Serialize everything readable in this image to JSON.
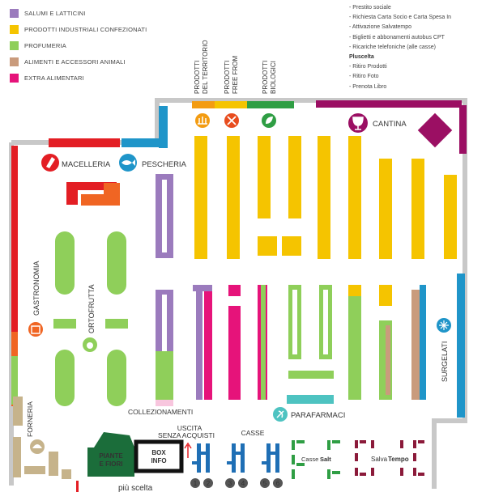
{
  "legend": [
    {
      "label": "SALUMI E LATTICINI",
      "color": "#9b7bbd"
    },
    {
      "label": "PRODOTTI INDUSTRIALI CONFEZIONATI",
      "color": "#f5c400"
    },
    {
      "label": "PROFUMERIA",
      "color": "#8fcf5a"
    },
    {
      "label": "ALIMENTI E ACCESSORI ANIMALI",
      "color": "#c99b7c"
    },
    {
      "label": "EXTRA ALIMENTARI",
      "color": "#e6137a"
    }
  ],
  "services": [
    "- Prestito sociale",
    "- Richiesta Carta Socio e Carta Spesa In",
    "- Attivazione Salvatempo",
    "- Biglietti e abbonamenti autobus CPT",
    "- Ricariche telefoniche (alle casse)"
  ],
  "pluscelta": {
    "header": "Pluscelta",
    "items": [
      "- Ritiro Prodotti",
      "- Ritiro Foto",
      "- Prenota Libro"
    ]
  },
  "map": {
    "top_sections": [
      {
        "line1": "PRODOTTI",
        "line2": "DEL TERRITORIO",
        "color": "#f39c12"
      },
      {
        "line1": "PRODOTTI",
        "line2": "FREE FROM",
        "color": "#f5c400"
      },
      {
        "line1": "PRODOTTI",
        "line2": "BIOLOGICI",
        "color": "#2f9e44"
      }
    ],
    "labels": {
      "macelleria": "MACELLERIA",
      "pescheria": "PESCHERIA",
      "cantina": "CANTINA",
      "gastronomia": "GASTRONOMIA",
      "ortofrutta": "ORTOFRUTTA",
      "collezionamenti": "COLLEZIONAMENTI",
      "parafarmaci": "PARAFARMACI",
      "surgelati": "SURGELATI",
      "forneria": "FORNERIA",
      "uscita_line1": "USCITA",
      "uscita_line2": "SENZA ACQUISTI",
      "casse": "CASSE",
      "piante_line1": "PIANTE",
      "piante_line2": "E FIORI",
      "box_line1": "BOX",
      "box_line2": "INFO",
      "casse_salt": "Casse",
      "salt": "Salt",
      "salva": "Salva",
      "tempo": "Tempo",
      "piuscelta_logo": "più scelta"
    },
    "checkout_numbers": [
      "1",
      "2",
      "3",
      "4",
      "5",
      "6"
    ]
  }
}
